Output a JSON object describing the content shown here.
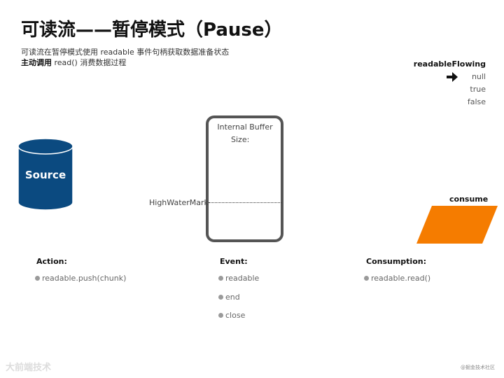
{
  "title": "可读流——暂停模式（Pause）",
  "subtitle": {
    "line1": "可读流在暂停模式使用 readable 事件句柄获取数据准备状态",
    "line2_bold": "主动调用",
    "line2_rest": " read() 消费数据过程"
  },
  "readable_flowing": {
    "heading": "readableFlowing",
    "options": [
      "null",
      "true",
      "false"
    ],
    "selected": "null"
  },
  "source": {
    "label": "Source",
    "color": "#0b4a80"
  },
  "buffer": {
    "title": "Internal Buffer",
    "size_label": "Size:",
    "high_water_mark": "HighWaterMark"
  },
  "consume": {
    "label": "consume",
    "color": "#f57c00"
  },
  "action": {
    "heading": "Action:",
    "items": [
      "readable.push(chunk)"
    ]
  },
  "event": {
    "heading": "Event:",
    "items": [
      "readable",
      "end",
      "close"
    ]
  },
  "consumption": {
    "heading": "Consumption:",
    "items": [
      "readable.read()"
    ]
  },
  "watermarks": {
    "left": "大前端技术",
    "right": "@掘金技术社区"
  }
}
